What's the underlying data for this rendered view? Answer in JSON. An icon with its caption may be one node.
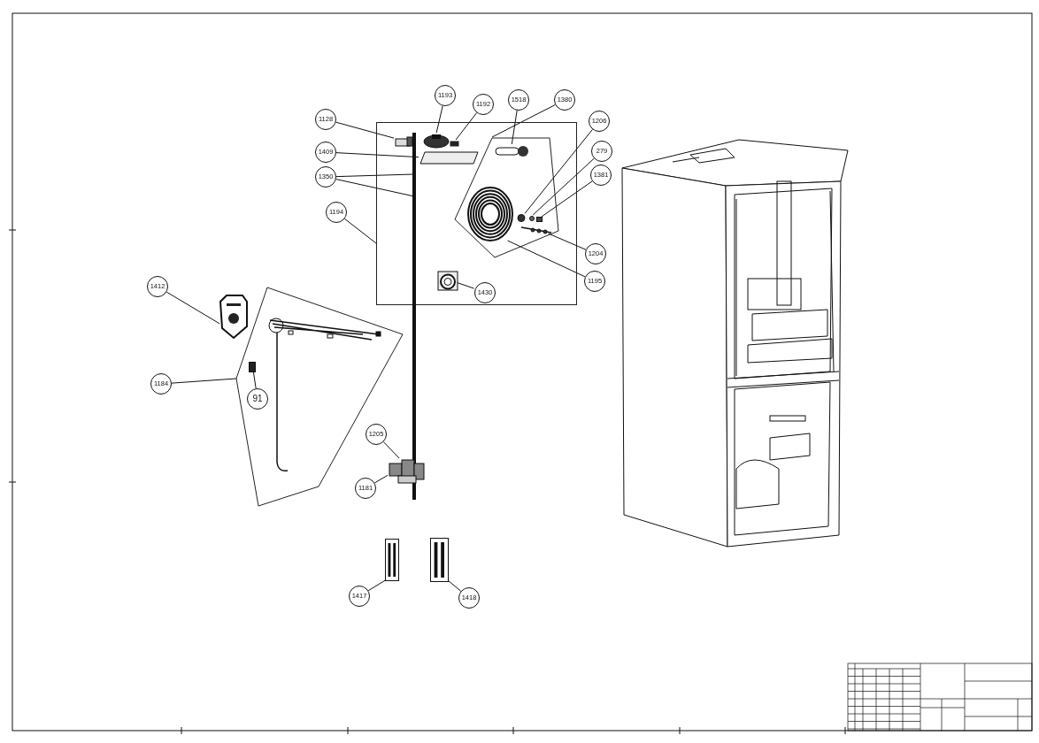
{
  "diagram": {
    "nodes": [
      {
        "text": [
          "1128"
        ]
      },
      {
        "text": [
          "1193"
        ]
      },
      {
        "text": [
          "1192"
        ]
      },
      {
        "text": [
          "1518"
        ]
      },
      {
        "text": [
          "1380"
        ]
      },
      {
        "text": [
          "1206"
        ]
      },
      {
        "text": [
          "1409"
        ]
      },
      {
        "text": [
          "279"
        ]
      },
      {
        "text": [
          "1350"
        ]
      },
      {
        "text": [
          "1381"
        ]
      },
      {
        "text": [
          "1194"
        ]
      },
      {
        "text": [
          "1204"
        ]
      },
      {
        "text": [
          "1195"
        ]
      },
      {
        "text": [
          "1430"
        ],
        "in": 21
      },
      {
        "text": [
          "1412"
        ]
      },
      {
        "text": [
          "1184"
        ]
      },
      {
        "text": [
          "91"
        ],
        "in": 23
      },
      {
        "text": [
          "1205"
        ]
      },
      {
        "text": [
          "1181"
        ]
      },
      {
        "text": [
          "1417"
        ]
      },
      {
        "text": [
          "1418"
        ]
      },
      {
        "text": [],
        "shape": "box"
      },
      {
        "text": [],
        "shape": "polygon",
        "in": 21
      },
      {
        "text": [],
        "shape": "polygon"
      },
      {
        "text": [],
        "shape": "box",
        "in": 21
      },
      {
        "text": [],
        "shape": "circle",
        "in": 21
      },
      {
        "text": [],
        "shape": "box",
        "in": 21
      },
      {
        "text": [],
        "shape": "picture",
        "in": 22
      },
      {
        "text": [],
        "shape": "picture",
        "in": 22
      },
      {
        "text": [],
        "shape": "circle",
        "in": 22
      },
      {
        "text": [],
        "shape": "circle",
        "in": 22
      },
      {
        "text": [],
        "shape": "box",
        "in": 22
      },
      {
        "text": [],
        "shape": "picture",
        "in": 22
      },
      {
        "text": [],
        "shape": "picture",
        "in": 21
      },
      {
        "text": [],
        "shape": "bar"
      },
      {
        "text": [],
        "shape": "box",
        "in": 21
      },
      {
        "text": [],
        "shape": "picture"
      },
      {
        "text": [],
        "shape": "box",
        "in": 23
      },
      {
        "text": [],
        "shape": "picture"
      },
      {
        "text": [],
        "shape": "picture"
      },
      {
        "text": [],
        "shape": "picture"
      }
    ],
    "edges": [
      {
        "from": 0,
        "to": 24,
        "arrow": "none"
      },
      {
        "from": 1,
        "to": 25,
        "arrow": "none"
      },
      {
        "from": 2,
        "to": 35,
        "arrow": "none"
      },
      {
        "from": 3,
        "to": 27,
        "arrow": "none"
      },
      {
        "from": 4,
        "to": 22,
        "arrow": "none"
      },
      {
        "from": 5,
        "to": 29,
        "arrow": "none"
      },
      {
        "from": 6,
        "to": 26,
        "arrow": "none"
      },
      {
        "from": 7,
        "to": 30,
        "arrow": "none"
      },
      {
        "from": 8,
        "to": 34,
        "arrow": "none"
      },
      {
        "from": 8,
        "to": 34,
        "arrow": "none"
      },
      {
        "from": 9,
        "to": 31,
        "arrow": "none"
      },
      {
        "from": 10,
        "to": 21,
        "arrow": "none"
      },
      {
        "from": 11,
        "to": 32,
        "arrow": "none"
      },
      {
        "from": 12,
        "to": 28,
        "arrow": "none"
      },
      {
        "from": 13,
        "to": 33,
        "arrow": "none"
      },
      {
        "from": 14,
        "to": 36,
        "arrow": "none"
      },
      {
        "from": 15,
        "to": 23,
        "arrow": "none"
      },
      {
        "from": 16,
        "to": 37,
        "arrow": "none"
      },
      {
        "from": 17,
        "to": 38,
        "arrow": "none"
      },
      {
        "from": 18,
        "to": 38,
        "arrow": "none"
      },
      {
        "from": 19,
        "to": 39,
        "arrow": "none"
      },
      {
        "from": 20,
        "to": 40,
        "arrow": "none"
      }
    ]
  }
}
